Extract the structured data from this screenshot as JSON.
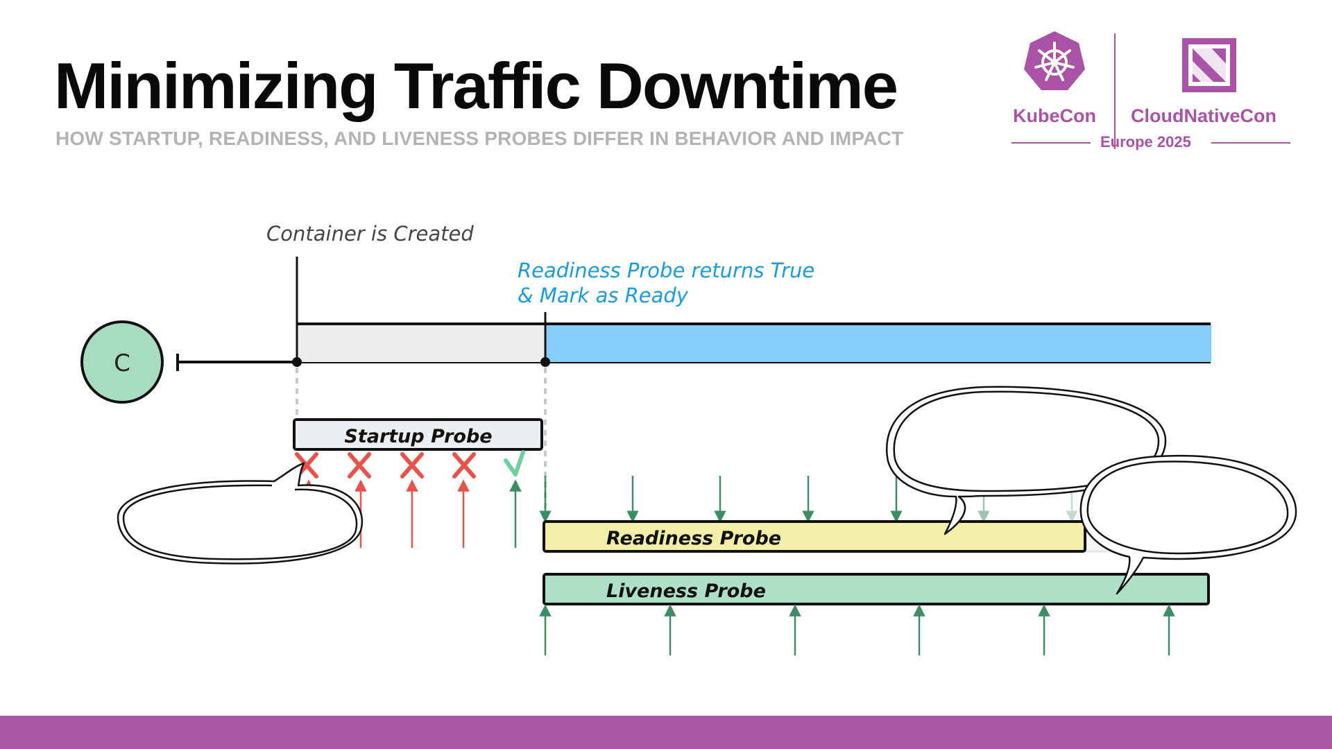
{
  "slide": {
    "title": "Minimizing Traffic Downtime",
    "subtitle": "HOW STARTUP, READINESS, AND LIVENESS PROBES DIFFER IN BEHAVIOR AND IMPACT"
  },
  "logo": {
    "left_name": "KubeCon",
    "right_name": "CloudNativeCon",
    "event": "Europe 2025",
    "color": "#a952a6"
  },
  "diagram": {
    "container_label": "C",
    "container_created_label": "Container is Created",
    "ready_line1": "Readiness Probe returns True",
    "ready_line2": "& Mark as Ready",
    "startup_probe_label": "Startup Probe",
    "readiness_probe_label": "Readiness Probe",
    "liveness_probe_label": "Liveness Probe",
    "startup_results": [
      "fail",
      "fail",
      "fail",
      "fail",
      "success"
    ],
    "colors": {
      "container_circle": "#a8dcc1",
      "pending_bar": "#eeeeee",
      "ready_bar": "#86cdfa",
      "startup_bar": "#eceff1",
      "readiness_bar": "#f2f0a8",
      "liveness_bar": "#ade0c6",
      "fail": "#e8524a",
      "success": "#6fcf9f",
      "arrow_green": "#3d8c63",
      "ready_text": "#1a9ae0"
    }
  }
}
